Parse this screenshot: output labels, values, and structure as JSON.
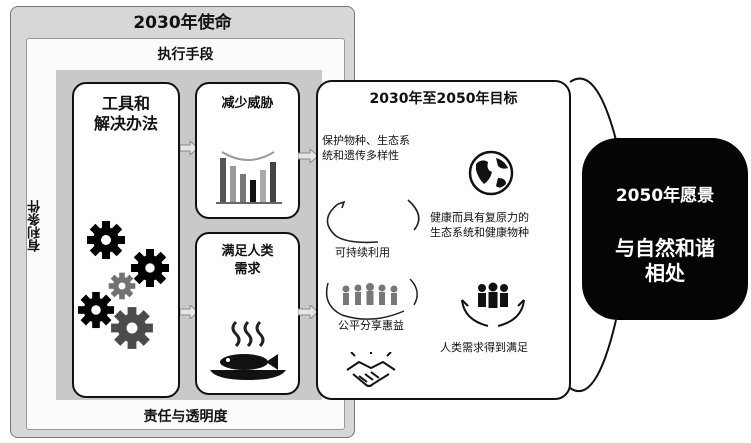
{
  "mission": {
    "title": "2030年使命"
  },
  "means": {
    "title": "执行手段"
  },
  "enabling": {
    "label": "有利条件"
  },
  "responsibility": {
    "label": "责任与透明度"
  },
  "tools": {
    "title_line1": "工具和",
    "title_line2": "解决办法"
  },
  "reduce": {
    "title": "减少威胁"
  },
  "meet_needs": {
    "title_line1": "满足人类",
    "title_line2": "需求"
  },
  "goals": {
    "title": "2030年至2050年目标",
    "items": [
      {
        "line1": "保护物种、生态系",
        "line2": "统和遗传多样性"
      },
      {
        "line1": "健康而具有复原力的",
        "line2": "生态系统和健康物种"
      },
      {
        "line1": "可持续利用"
      },
      {
        "line1": "公平分享惠益"
      },
      {
        "line1": "人类需求得到满足"
      }
    ]
  },
  "vision": {
    "title": "2050年愿景",
    "line1": "与自然和谐",
    "line2": "相处"
  }
}
